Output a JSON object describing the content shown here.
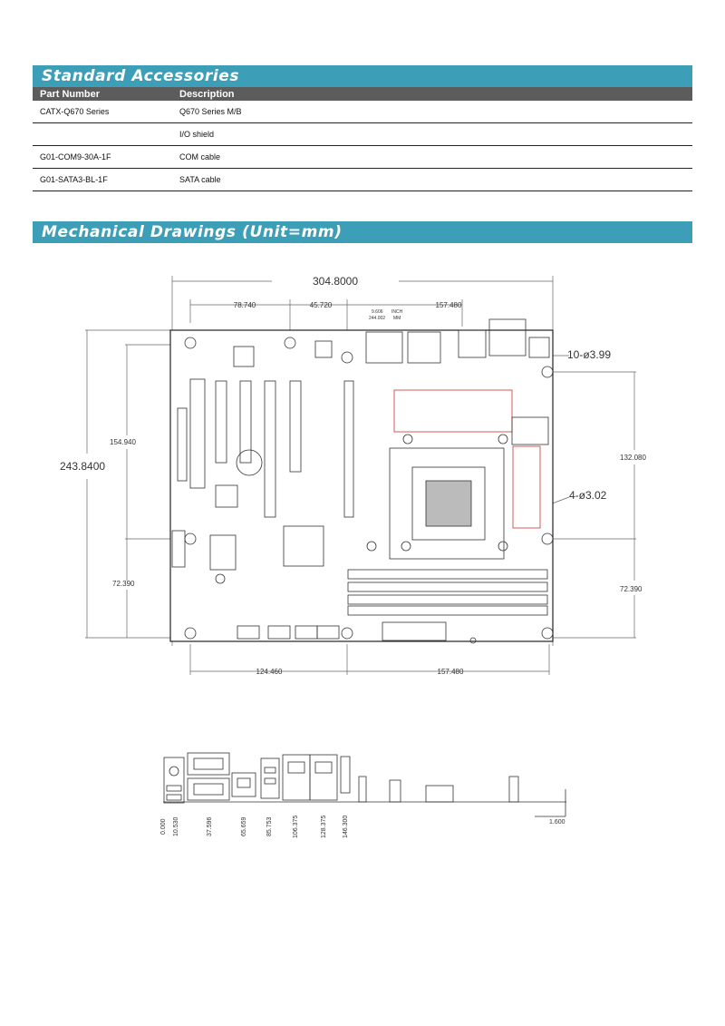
{
  "accessories": {
    "title": "Standard Accessories",
    "headers": [
      "Part Number",
      "Description"
    ],
    "rows": [
      {
        "part": "CATX-Q670 Series",
        "desc": "Q670 Series M/B"
      },
      {
        "part": "",
        "desc": "I/O shield"
      },
      {
        "part": "G01-COM9-30A-1F",
        "desc": "COM cable"
      },
      {
        "part": "G01-SATA3-BL-1F",
        "desc": "SATA cable"
      }
    ]
  },
  "mechanical": {
    "title": "Mechanical Drawings (Unit=mm)",
    "dims": {
      "width_total": "304.8000",
      "height_total": "243.8400",
      "top_1": "78.740",
      "top_2": "45.720",
      "top_3": "157.480",
      "inch_value": "9.606",
      "inch_unit": "INCH",
      "mm_value": "244.002",
      "mm_unit": "MM",
      "left_upper": "154.940",
      "left_lower": "72.390",
      "right_upper": "132.080",
      "right_lower": "72.390",
      "bottom_1": "124.460",
      "bottom_2": "157.480",
      "holes_large": "10-ø3.99",
      "holes_small": "4-ø3.02"
    },
    "side_dims": [
      "0.000",
      "10.530",
      "37.596",
      "65.659",
      "85.753",
      "106.375",
      "128.375",
      "146.300"
    ],
    "side_right": "1.600"
  }
}
